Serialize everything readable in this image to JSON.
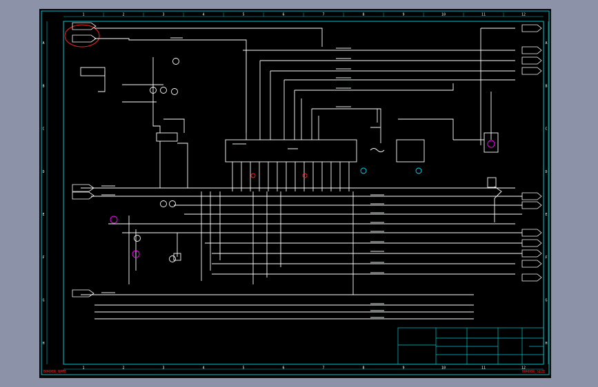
{
  "drawing": {
    "border_name_label": "BORDER_NAME",
    "border_size_label": "BORDER_SIZE",
    "colors": {
      "background": "#000000",
      "frame": "#00c8d0",
      "wire": "#ffffff",
      "instrument_magenta": "#ff00ff",
      "instrument_cyan": "#00e0ff",
      "note_red": "#ff2020",
      "page_gray": "#8c93a8"
    }
  },
  "zones": {
    "columns": [
      "1",
      "2",
      "3",
      "4",
      "5",
      "6",
      "7",
      "8",
      "9",
      "10",
      "11",
      "12"
    ],
    "rows": [
      "A",
      "B",
      "C",
      "D",
      "E",
      "F",
      "G",
      "H"
    ]
  },
  "title_block": {
    "rows": [
      "",
      "",
      "",
      ""
    ],
    "cells": [
      "",
      "",
      "",
      "",
      "",
      ""
    ]
  }
}
